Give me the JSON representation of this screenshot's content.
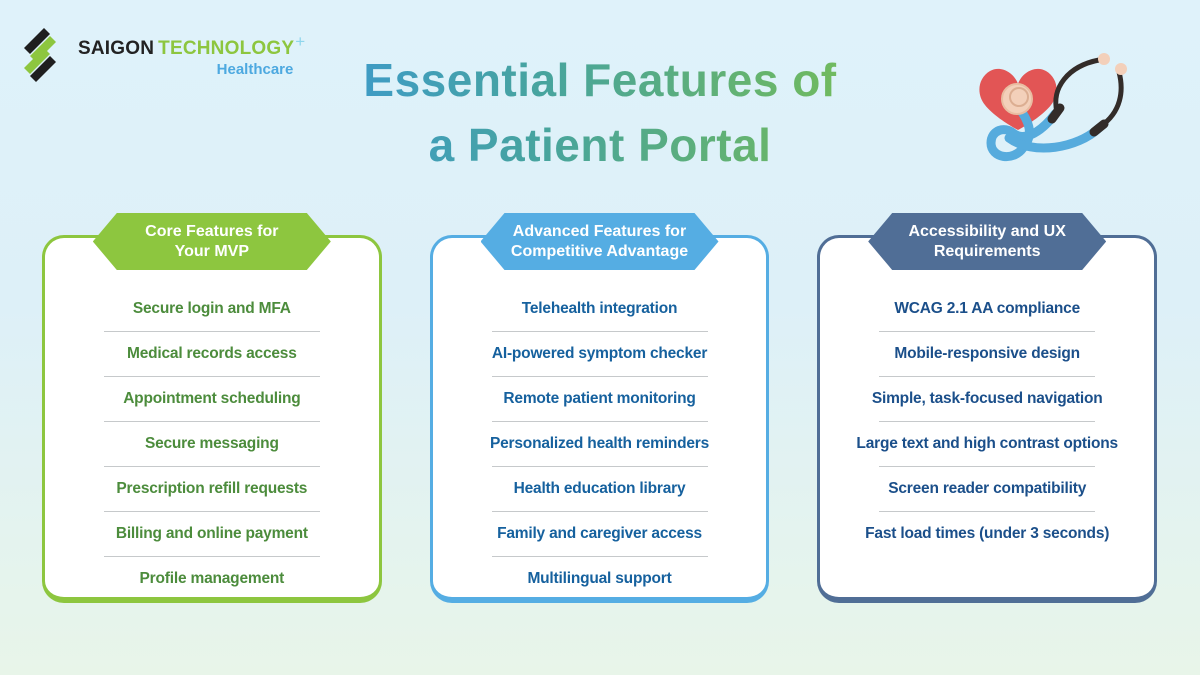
{
  "logo": {
    "brand_primary": "SAIGON",
    "brand_secondary": "TECHNOLOGY",
    "plus": "+",
    "tagline": "Healthcare"
  },
  "title": {
    "line1": "Essential Features of",
    "line2": "a Patient Portal"
  },
  "title_gradient": {
    "start": "#3f9cc4",
    "end": "#70ba5f"
  },
  "illustration": "heart-with-stethoscope",
  "columns": [
    {
      "header_line1": "Core Features for",
      "header_line2": "Your MVP",
      "accent": "#8dc63f",
      "text_color": "#4c8c3c",
      "items": [
        "Secure login and MFA",
        "Medical records access",
        "Appointment scheduling",
        "Secure messaging",
        "Prescription refill requests",
        "Billing and online payment",
        "Profile management"
      ]
    },
    {
      "header_line1": "Advanced Features for",
      "header_line2": "Competitive Advantage",
      "accent": "#55ade3",
      "text_color": "#16619e",
      "items": [
        "Telehealth integration",
        "AI-powered symptom checker",
        "Remote patient monitoring",
        "Personalized health reminders",
        "Health education library",
        "Family and caregiver access",
        "Multilingual support"
      ]
    },
    {
      "header_line1": "Accessibility and UX",
      "header_line2": "Requirements",
      "accent": "#506e96",
      "text_color": "#1b4f8a",
      "items": [
        "WCAG 2.1 AA compliance",
        "Mobile-responsive design",
        "Simple, task-focused navigation",
        "Large text and high contrast options",
        "Screen reader compatibility",
        "Fast load times (under 3 seconds)"
      ]
    }
  ]
}
